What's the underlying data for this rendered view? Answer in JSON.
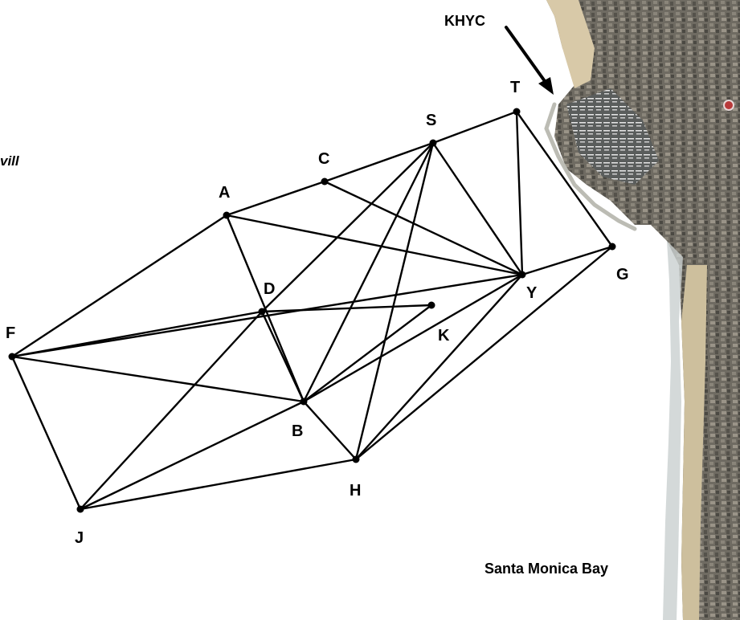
{
  "map": {
    "annotations": {
      "harbor": "KHYC",
      "bay": "Santa Monica Bay",
      "edge_fragment": "vill"
    },
    "colors": {
      "lines": "#000000",
      "background": "#ffffff",
      "beach_sand": "#d8c9a8",
      "city": "#6f6b62",
      "water_near_shore": "#c9cfcf"
    },
    "marks": [
      {
        "id": "T",
        "label": "T"
      },
      {
        "id": "S",
        "label": "S"
      },
      {
        "id": "C",
        "label": "C"
      },
      {
        "id": "A",
        "label": "A"
      },
      {
        "id": "D",
        "label": "D"
      },
      {
        "id": "F",
        "label": "F"
      },
      {
        "id": "K",
        "label": "K"
      },
      {
        "id": "Y",
        "label": "Y"
      },
      {
        "id": "G",
        "label": "G"
      },
      {
        "id": "B",
        "label": "B"
      },
      {
        "id": "H",
        "label": "H"
      },
      {
        "id": "J",
        "label": "J"
      }
    ],
    "legs": [
      [
        "F",
        "A"
      ],
      [
        "F",
        "D"
      ],
      [
        "F",
        "B"
      ],
      [
        "F",
        "J"
      ],
      [
        "F",
        "Y"
      ],
      [
        "A",
        "C"
      ],
      [
        "A",
        "Y"
      ],
      [
        "A",
        "B"
      ],
      [
        "C",
        "S"
      ],
      [
        "C",
        "Y"
      ],
      [
        "S",
        "T"
      ],
      [
        "S",
        "D"
      ],
      [
        "S",
        "B"
      ],
      [
        "S",
        "H"
      ],
      [
        "S",
        "Y"
      ],
      [
        "T",
        "Y"
      ],
      [
        "T",
        "G"
      ],
      [
        "D",
        "K"
      ],
      [
        "D",
        "B"
      ],
      [
        "D",
        "J"
      ],
      [
        "K",
        "B"
      ],
      [
        "Y",
        "G"
      ],
      [
        "Y",
        "B"
      ],
      [
        "Y",
        "H"
      ],
      [
        "G",
        "H"
      ],
      [
        "B",
        "H"
      ],
      [
        "B",
        "J"
      ],
      [
        "H",
        "J"
      ]
    ]
  }
}
